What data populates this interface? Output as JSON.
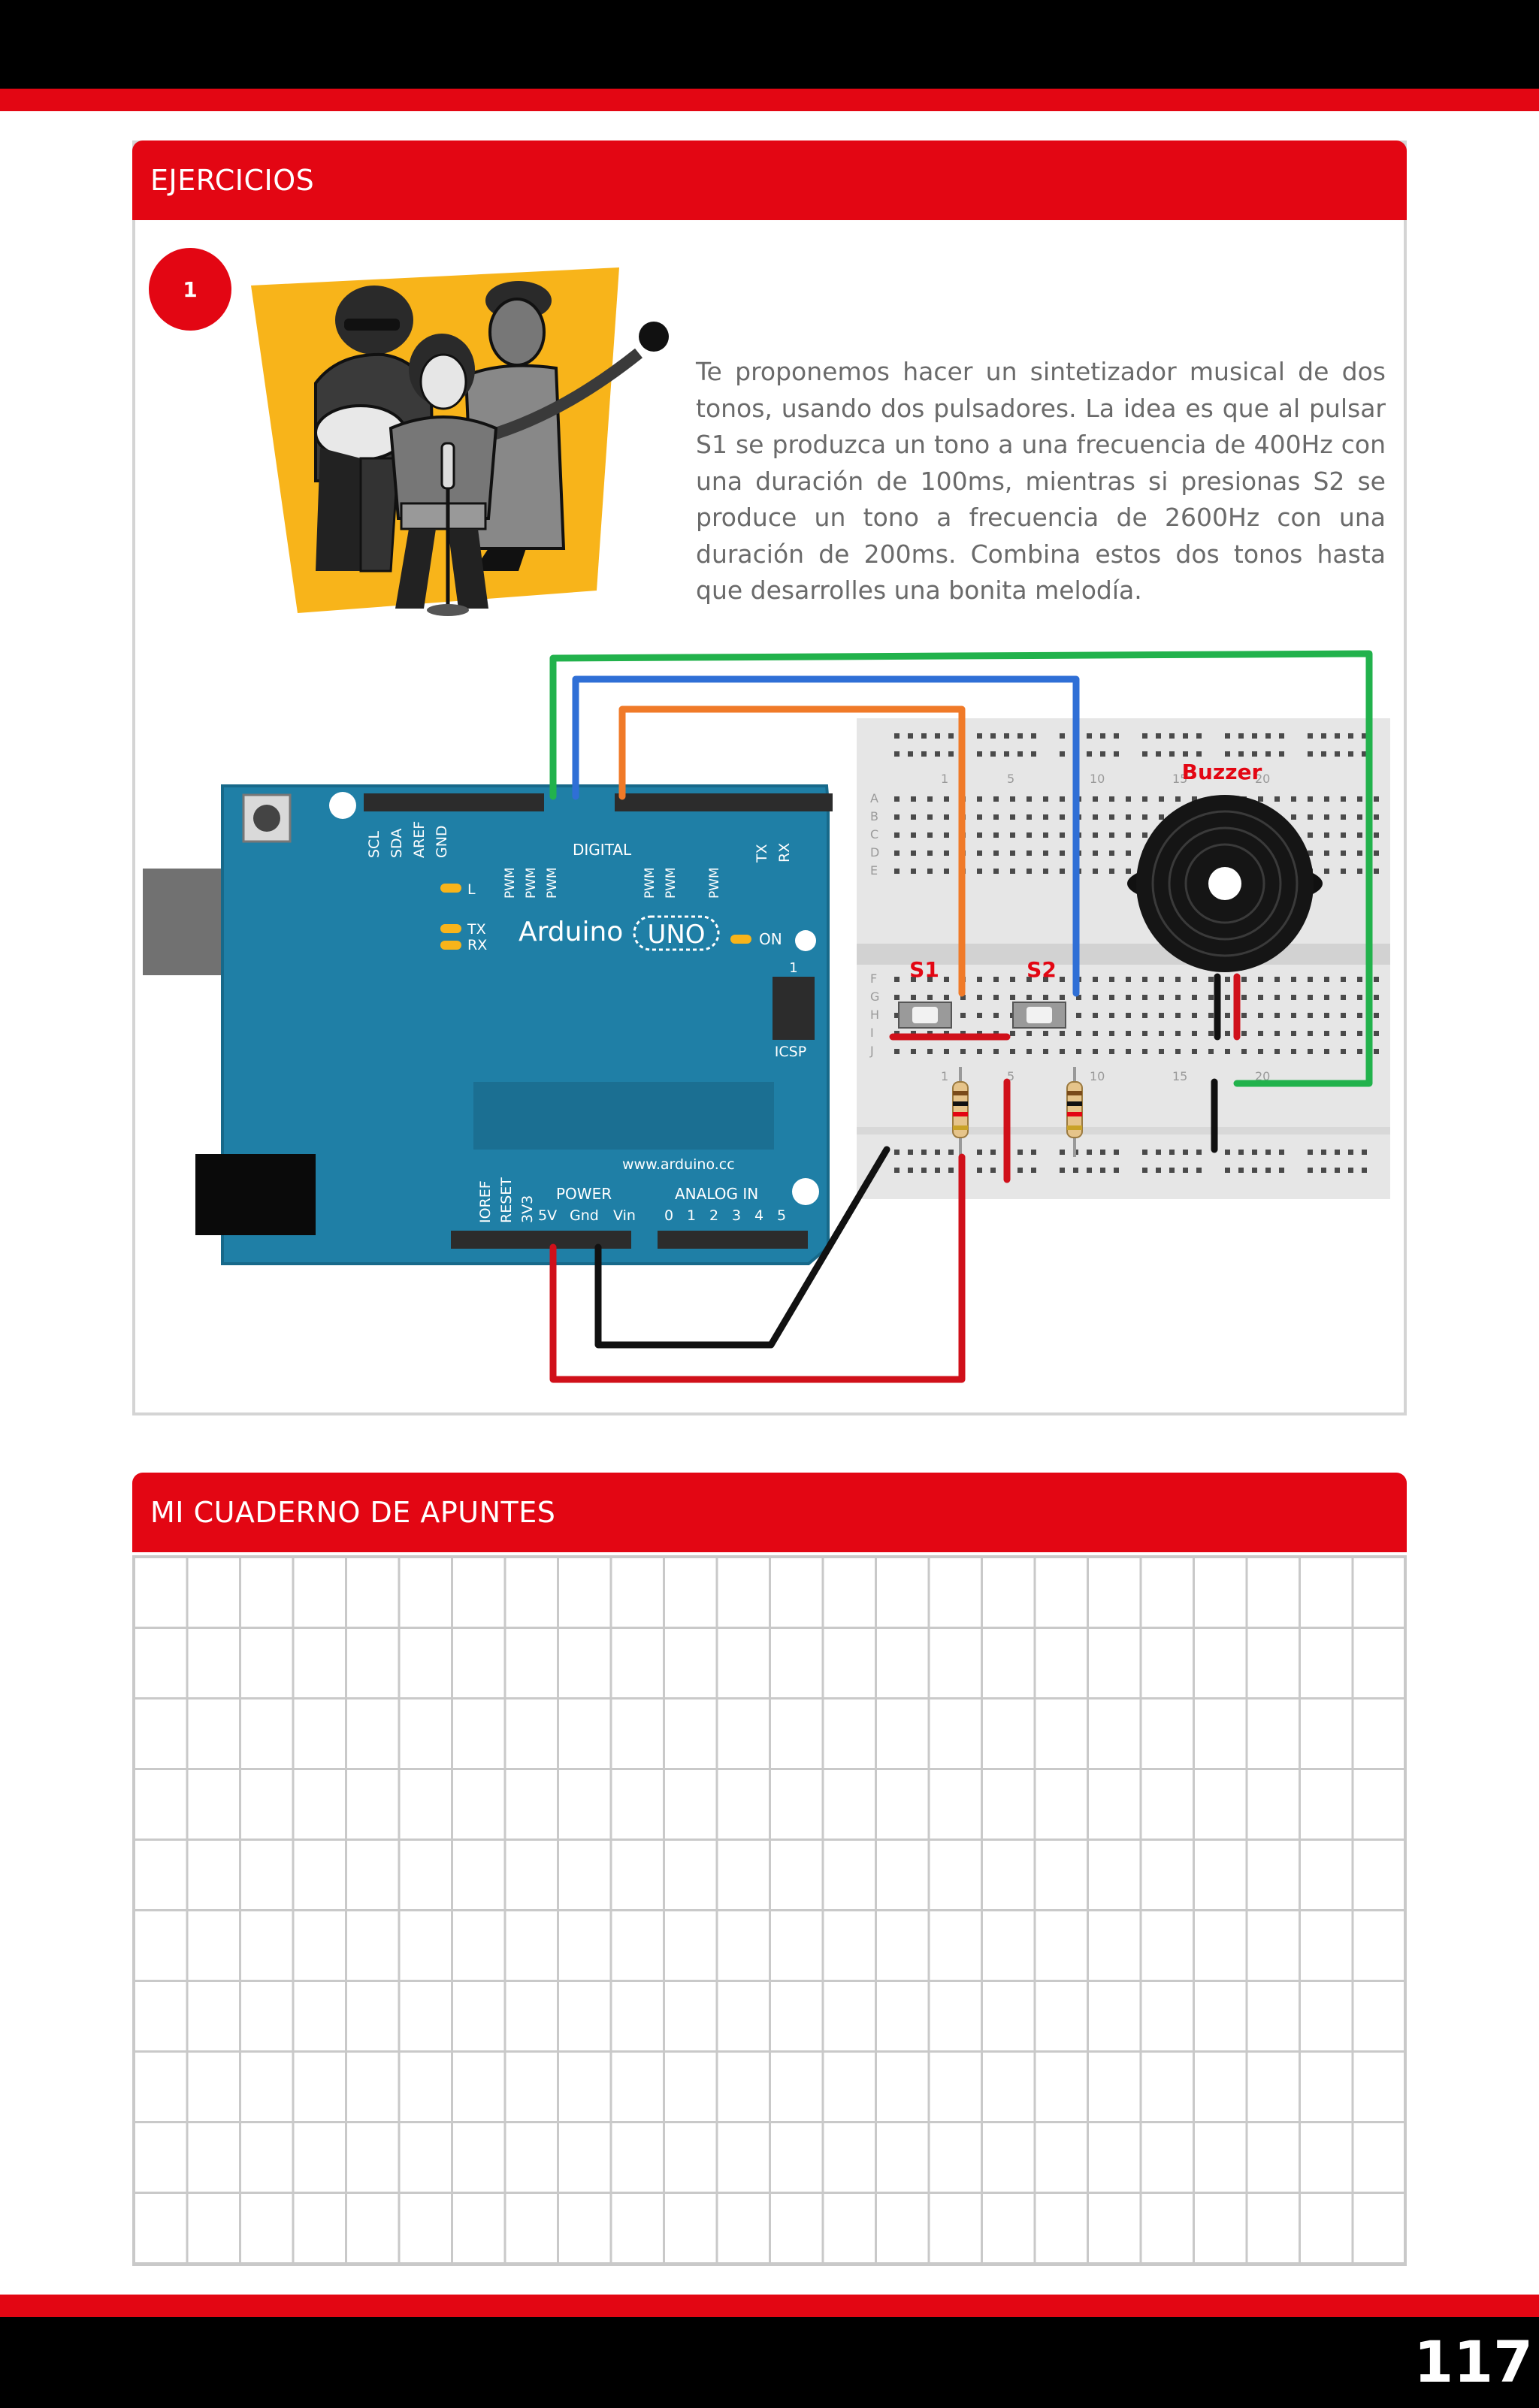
{
  "page": {
    "number": "117"
  },
  "exercises": {
    "title": "EJERCICIOS",
    "number": "1",
    "description": "Te proponemos hacer un sintetizador musical de dos tonos, usando dos pulsadores. La idea es que al pulsar S1 se produzca un tono a una frecuencia de 400Hz con una duración de 100ms, mientras si presionas S2 se produce un tono a frecuencia de 2600Hz con una duración de 200ms. Combina estos dos tonos hasta que desarrolles una bonita melodía."
  },
  "circuit": {
    "buzzer_label": "Buzzer",
    "s1_label": "S1",
    "s2_label": "S2",
    "arduino": {
      "brand": "Arduino",
      "model": "UNO",
      "on": "ON",
      "url": "www.arduino.cc",
      "digital": "DIGITAL",
      "power": "POWER",
      "analog_in": "ANALOG IN",
      "icsp": "ICSP",
      "led_l": "L",
      "led_tx": "TX",
      "led_rx": "RX",
      "icsp_pin": "1",
      "top_pins": [
        "SCL",
        "SDA",
        "AREF",
        "GND"
      ],
      "pwm": "PWM",
      "tx": "TX",
      "rx": "RX",
      "power_pins": [
        "IOREF",
        "RESET",
        "3V3",
        "5V",
        "Gnd",
        "Vin"
      ],
      "analog_numbers": [
        "0",
        "1",
        "2",
        "3",
        "4",
        "5"
      ]
    },
    "breadboard": {
      "rows": [
        "A",
        "B",
        "C",
        "D",
        "E",
        "F",
        "G",
        "H",
        "I",
        "J"
      ],
      "columns": [
        "1",
        "5",
        "10",
        "15",
        "20"
      ]
    }
  },
  "notes": {
    "title": "MI CUADERNO DE APUNTES"
  },
  "colors": {
    "accent_red": "#e30613",
    "arduino_teal": "#1f7fa6",
    "wire_green": "#22b24c",
    "wire_blue": "#2f6fd6",
    "wire_orange": "#f07a28"
  }
}
